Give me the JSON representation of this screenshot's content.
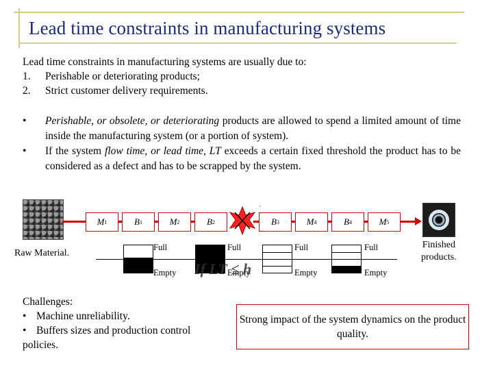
{
  "title": "Lead time constraints in manufacturing systems",
  "intro": {
    "line": "Lead time constraints in manufacturing systems are usually due to:",
    "items": [
      {
        "num": "1.",
        "text": "Perishable or deteriorating products;"
      },
      {
        "num": "2.",
        "text": "Strict customer delivery requirements."
      }
    ]
  },
  "bullets": {
    "b1_italic": "Perishable, or obsolete, or deteriorating",
    "b1_rest": " products are allowed to spend a limited amount of time inside the manufacturing system (or a portion of system).",
    "b2_pre": "If the system ",
    "b2_italic1": "flow time, or lead time, LT",
    "b2_post": " exceeds a certain fixed threshold the product has to be considered as a defect and has to be scrapped by the system."
  },
  "diagram": {
    "raw_label": "Raw Material.",
    "finished_label_1": "Finished",
    "finished_label_2": "products.",
    "nodes": [
      {
        "letter": "M",
        "sub": "1"
      },
      {
        "letter": "B",
        "sub": "1"
      },
      {
        "letter": "M",
        "sub": "2"
      },
      {
        "letter": "B",
        "sub": "2"
      },
      {
        "letter": "B",
        "sub": "3"
      },
      {
        "letter": "M",
        "sub": "4"
      },
      {
        "letter": "B",
        "sub": "4"
      },
      {
        "letter": "M",
        "sub": "5"
      }
    ],
    "full_label": "Full",
    "empty_label": "Empty",
    "buffers": [
      {
        "name": "B1",
        "fill": 0.55
      },
      {
        "name": "B2",
        "fill": 1.0
      },
      {
        "name": "B3",
        "fill": 0.0
      },
      {
        "name": "B4",
        "fill": 0.25
      }
    ],
    "formula": "If LT ≤ h",
    "tick": "`",
    "colors": {
      "flow_red": "#d40000",
      "frame_gold": "#d8cc86",
      "title_blue": "#1b2b7a"
    }
  },
  "challenges": {
    "heading": "Challenges:",
    "items": [
      "Machine unreliability.",
      "Buffers sizes and production control policies."
    ]
  },
  "impact": "Strong impact of the system dynamics on the product quality."
}
